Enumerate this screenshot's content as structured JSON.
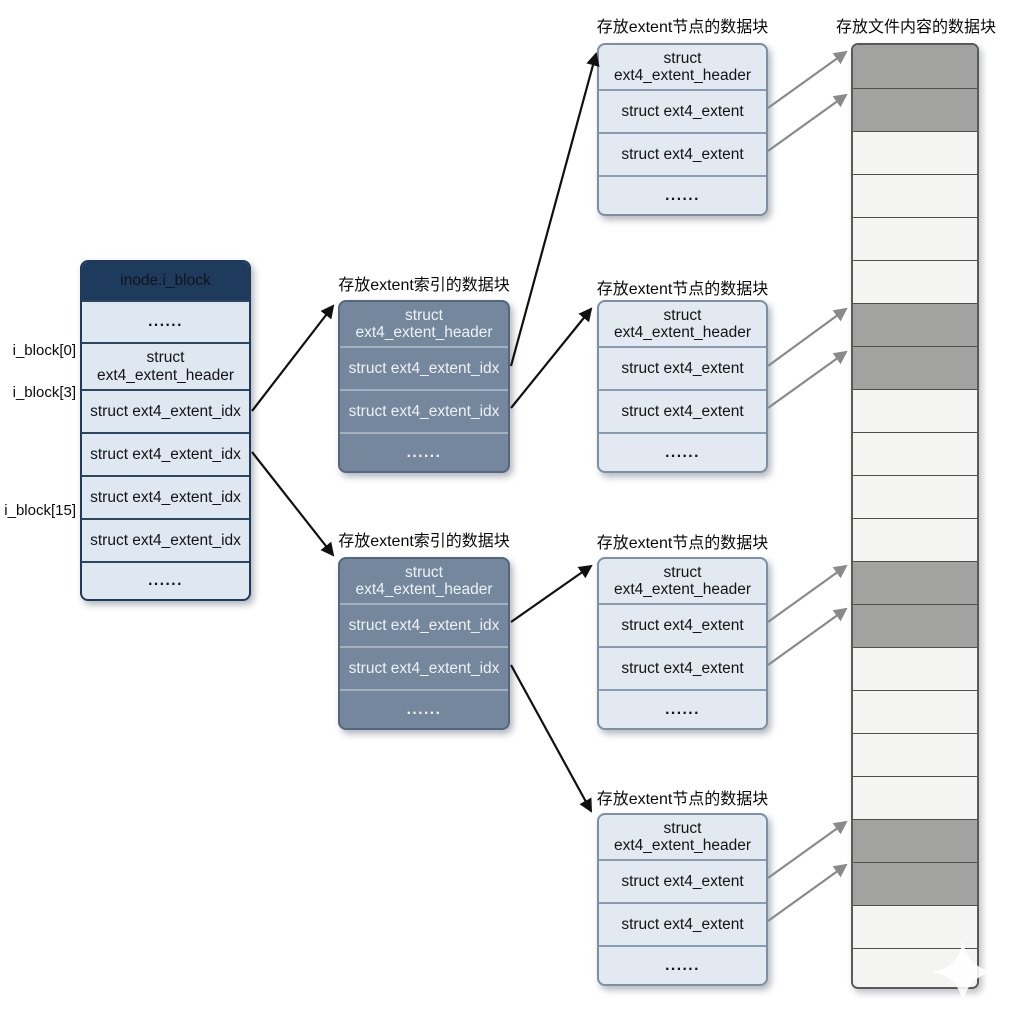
{
  "titles": {
    "index_block": "存放extent索引的数据块",
    "node_block": "存放extent节点的数据块",
    "file_block": "存放文件内容的数据块"
  },
  "inode_box": {
    "header": "inode.i_block",
    "rows": [
      "......",
      "struct ext4_extent_header",
      "struct ext4_extent_idx",
      "struct ext4_extent_idx",
      "struct ext4_extent_idx",
      "struct ext4_extent_idx",
      "......"
    ],
    "side_labels": [
      "i_block[0]",
      "i_block[3]",
      "i_block[15]"
    ]
  },
  "index_box": {
    "rows": [
      "struct ext4_extent_header",
      "struct ext4_extent_idx",
      "struct ext4_extent_idx",
      "......"
    ]
  },
  "node_box": {
    "rows": [
      "struct ext4_extent_header",
      "struct ext4_extent",
      "struct ext4_extent",
      "......"
    ]
  },
  "file_column": {
    "cells": [
      "gray",
      "gray",
      "white",
      "white",
      "white",
      "white",
      "gray",
      "gray",
      "white",
      "white",
      "white",
      "white",
      "gray",
      "gray",
      "white",
      "white",
      "white",
      "white",
      "gray",
      "gray",
      "white",
      "white"
    ]
  },
  "colors": {
    "inode_header_bg": "#1e3b5e",
    "light_row_bg": "#dfe7f0",
    "index_box_bg": "#74879c",
    "node_box_bg": "#e3e9f0",
    "gray_cell": "#a2a2a1",
    "white_cell": "#f4f4f3",
    "black_arrow": "#101010",
    "gray_arrow": "#8a8a8a"
  }
}
